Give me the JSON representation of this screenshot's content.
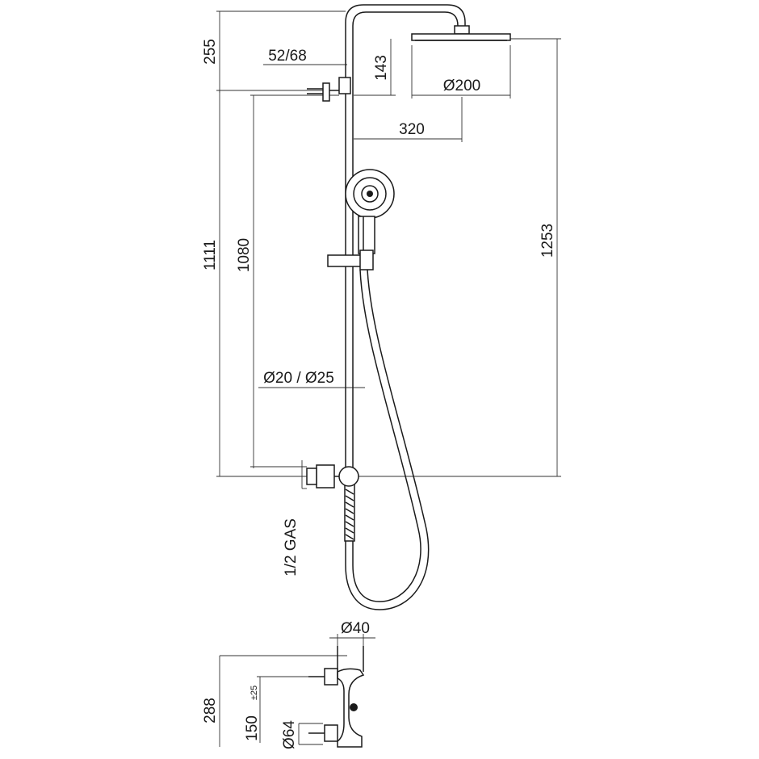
{
  "dimensions": {
    "total_height": "1253",
    "bar_height": "1111",
    "outlet_height": "1080",
    "top_offset": "255",
    "arm_length": "320",
    "head_drop": "143",
    "head_diameter": "Ø200",
    "arm_spacing": "52/68",
    "tube_diameter": "Ø20 / Ø25",
    "connection": "1/2 GAS",
    "knob_diameter": "Ø40",
    "mixer_height": "288",
    "center_distance": "150",
    "center_tolerance": "±25",
    "escutcheon_diameter": "Ø64"
  }
}
